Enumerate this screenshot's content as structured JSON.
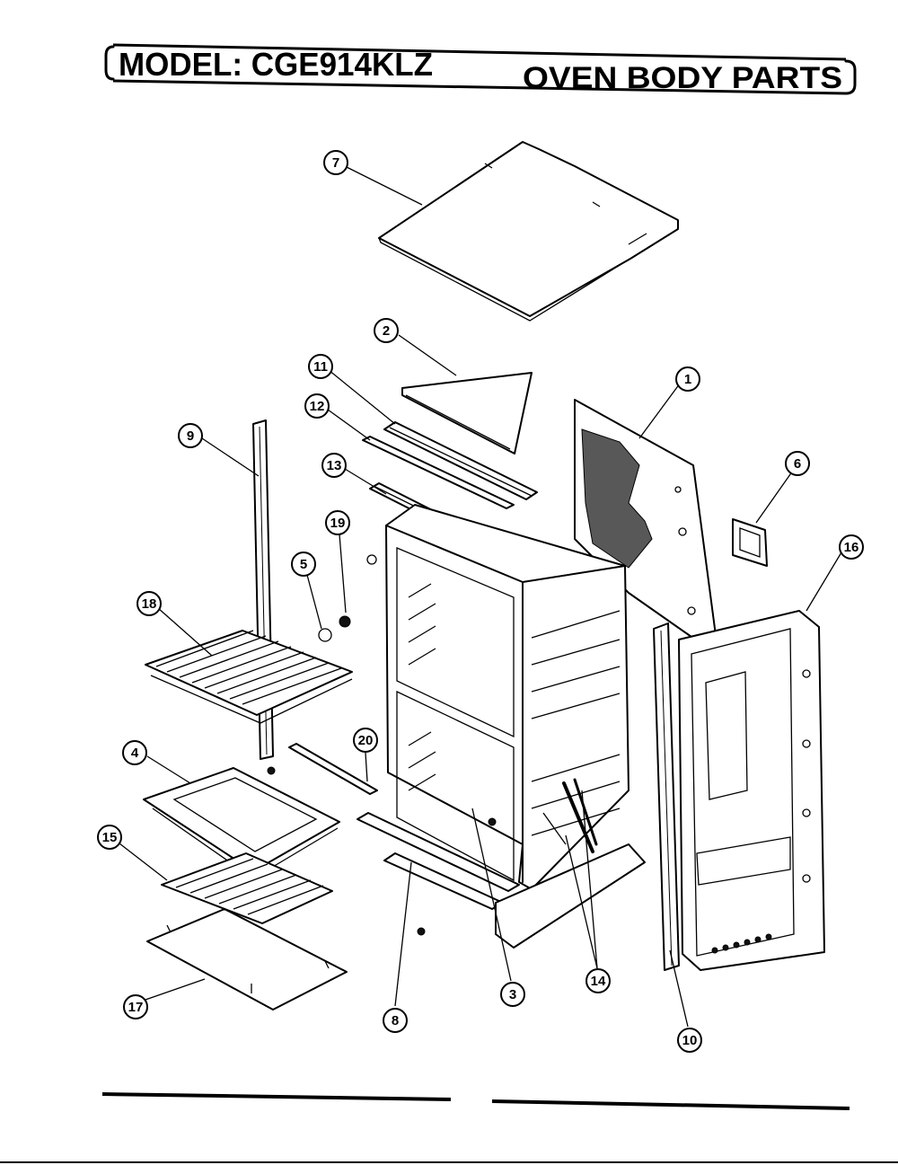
{
  "header": {
    "model_label": "MODEL: CGE914KLZ",
    "section_title": "OVEN BODY PARTS"
  },
  "callouts": [
    {
      "id": "c1",
      "label": "1"
    },
    {
      "id": "c2",
      "label": "2"
    },
    {
      "id": "c3",
      "label": "3"
    },
    {
      "id": "c4",
      "label": "4"
    },
    {
      "id": "c5",
      "label": "5"
    },
    {
      "id": "c6",
      "label": "6"
    },
    {
      "id": "c7",
      "label": "7"
    },
    {
      "id": "c8",
      "label": "8"
    },
    {
      "id": "c9",
      "label": "9"
    },
    {
      "id": "c10",
      "label": "10"
    },
    {
      "id": "c11",
      "label": "11"
    },
    {
      "id": "c12",
      "label": "12"
    },
    {
      "id": "c13",
      "label": "13"
    },
    {
      "id": "c14",
      "label": "14"
    },
    {
      "id": "c15",
      "label": "15"
    },
    {
      "id": "c16",
      "label": "16"
    },
    {
      "id": "c17",
      "label": "17"
    },
    {
      "id": "c18",
      "label": "18"
    },
    {
      "id": "c19",
      "label": "19"
    },
    {
      "id": "c20",
      "label": "20"
    }
  ]
}
